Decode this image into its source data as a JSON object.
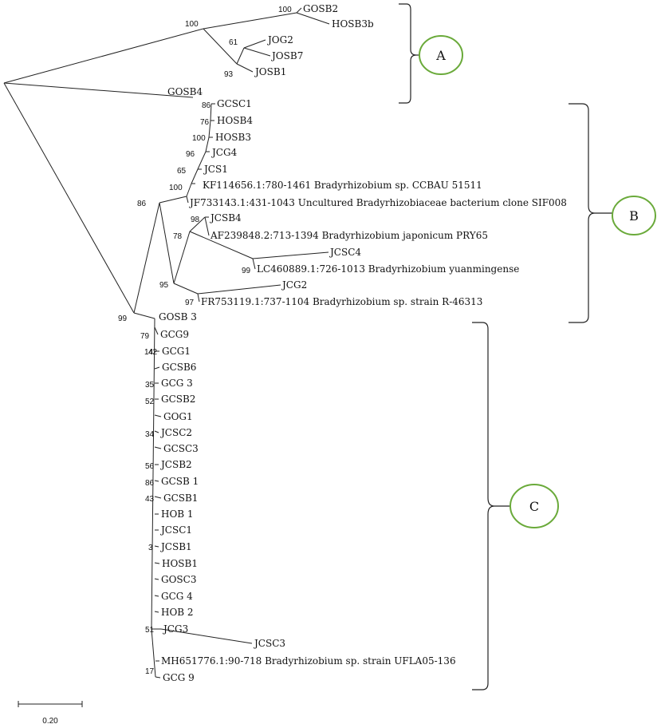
{
  "colors": {
    "branch": "#222222",
    "clade_circle": "#6aaa3a",
    "text": "#111111"
  },
  "leaves": [
    {
      "id": "gosb2",
      "label": "GOSB2"
    },
    {
      "id": "hosb3b",
      "label": "HOSB3b"
    },
    {
      "id": "jog2",
      "label": "JOG2"
    },
    {
      "id": "josb7",
      "label": "JOSB7"
    },
    {
      "id": "josb1",
      "label": "JOSB1"
    },
    {
      "id": "gosb4",
      "label": "GOSB4"
    },
    {
      "id": "gcsc1",
      "label": "GCSC1"
    },
    {
      "id": "hosb4",
      "label": "HOSB4"
    },
    {
      "id": "hosb3",
      "label": "HOSB3"
    },
    {
      "id": "jcg4",
      "label": "JCG4"
    },
    {
      "id": "jcs1",
      "label": "JCS1"
    },
    {
      "id": "kf114656",
      "label": "KF114656.1:780-1461 Bradyrhizobium sp. CCBAU 51511"
    },
    {
      "id": "jf733143",
      "label": "JF733143.1:431-1043 Uncultured Bradyrhizobiaceae bacterium clone SIF008"
    },
    {
      "id": "jcsb4",
      "label": "JCSB4"
    },
    {
      "id": "af239848",
      "label": "AF239848.2:713-1394 Bradyrhizobium japonicum PRY65"
    },
    {
      "id": "jcsc4",
      "label": "JCSC4"
    },
    {
      "id": "lc460889",
      "label": "LC460889.1:726-1013 Bradyrhizobium yuanmingense"
    },
    {
      "id": "jcg2",
      "label": "JCG2"
    },
    {
      "id": "fr753119",
      "label": "FR753119.1:737-1104 Bradyrhizobium sp. strain R-46313"
    },
    {
      "id": "gosb_3",
      "label": "GOSB 3"
    },
    {
      "id": "gcg9",
      "label": "GCG9"
    },
    {
      "id": "gcg1",
      "label": "GCG1"
    },
    {
      "id": "gcsb6",
      "label": "GCSB6"
    },
    {
      "id": "gcg_3",
      "label": "GCG 3"
    },
    {
      "id": "gcsb2",
      "label": "GCSB2"
    },
    {
      "id": "gog1",
      "label": "GOG1"
    },
    {
      "id": "jcsc2",
      "label": "JCSC2"
    },
    {
      "id": "gcsc3",
      "label": "GCSC3"
    },
    {
      "id": "jcsb2",
      "label": "JCSB2"
    },
    {
      "id": "gcsb_1",
      "label": "GCSB 1"
    },
    {
      "id": "gcsb1",
      "label": "GCSB1"
    },
    {
      "id": "hob_1",
      "label": "HOB 1"
    },
    {
      "id": "jcsc1",
      "label": "JCSC1"
    },
    {
      "id": "jcsb1",
      "label": "JCSB1"
    },
    {
      "id": "hosb1",
      "label": "HOSB1"
    },
    {
      "id": "gosc3",
      "label": "GOSC3"
    },
    {
      "id": "gcg_4",
      "label": "GCG 4"
    },
    {
      "id": "hob_2",
      "label": "HOB 2"
    },
    {
      "id": "jcg3",
      "label": "JCG3"
    },
    {
      "id": "jcsc3",
      "label": "JCSC3"
    },
    {
      "id": "mh651776",
      "label": "MH651776.1:90-718 Bradyrhizobium sp. strain UFLA05-136"
    },
    {
      "id": "gcg_9",
      "label": "GCG 9"
    }
  ],
  "bootstrap": [
    {
      "id": "bs-gosb2-hosb3b",
      "value": "100"
    },
    {
      "id": "bs-groupA",
      "value": "100"
    },
    {
      "id": "bs-jog2-josb7",
      "value": "61"
    },
    {
      "id": "bs-jog-josb1",
      "value": "93"
    },
    {
      "id": "bs-gcsc1",
      "value": "86"
    },
    {
      "id": "bs-hosb4",
      "value": "76"
    },
    {
      "id": "bs-hosb3",
      "value": "100"
    },
    {
      "id": "bs-jcg4",
      "value": "96"
    },
    {
      "id": "bs-jcs1",
      "value": "65"
    },
    {
      "id": "bs-kf",
      "value": "100"
    },
    {
      "id": "bs-groupB",
      "value": "86"
    },
    {
      "id": "bs-jcsb4",
      "value": "98"
    },
    {
      "id": "bs-af",
      "value": "78"
    },
    {
      "id": "bs-lc",
      "value": "99"
    },
    {
      "id": "bs-b2",
      "value": "95"
    },
    {
      "id": "bs-fr",
      "value": "97"
    },
    {
      "id": "bs-root",
      "value": "99"
    },
    {
      "id": "bs-gcg9",
      "value": "79"
    },
    {
      "id": "bs-gcg1-a",
      "value": "14"
    },
    {
      "id": "bs-gcg1-b",
      "value": "42"
    },
    {
      "id": "bs-gcg3",
      "value": "35"
    },
    {
      "id": "bs-gcsb2",
      "value": "52"
    },
    {
      "id": "bs-jcsc2",
      "value": "34"
    },
    {
      "id": "bs-jcsb2",
      "value": "56"
    },
    {
      "id": "bs-gcsb-1",
      "value": "86"
    },
    {
      "id": "bs-gcsb1",
      "value": "43"
    },
    {
      "id": "bs-jcsb1",
      "value": "3"
    },
    {
      "id": "bs-jcg3",
      "value": "51"
    },
    {
      "id": "bs-gcg-9",
      "value": "17"
    }
  ],
  "clades": [
    {
      "id": "A",
      "label": "A"
    },
    {
      "id": "B",
      "label": "B"
    },
    {
      "id": "C",
      "label": "C"
    }
  ],
  "scale_bar": {
    "label": "0.20"
  }
}
